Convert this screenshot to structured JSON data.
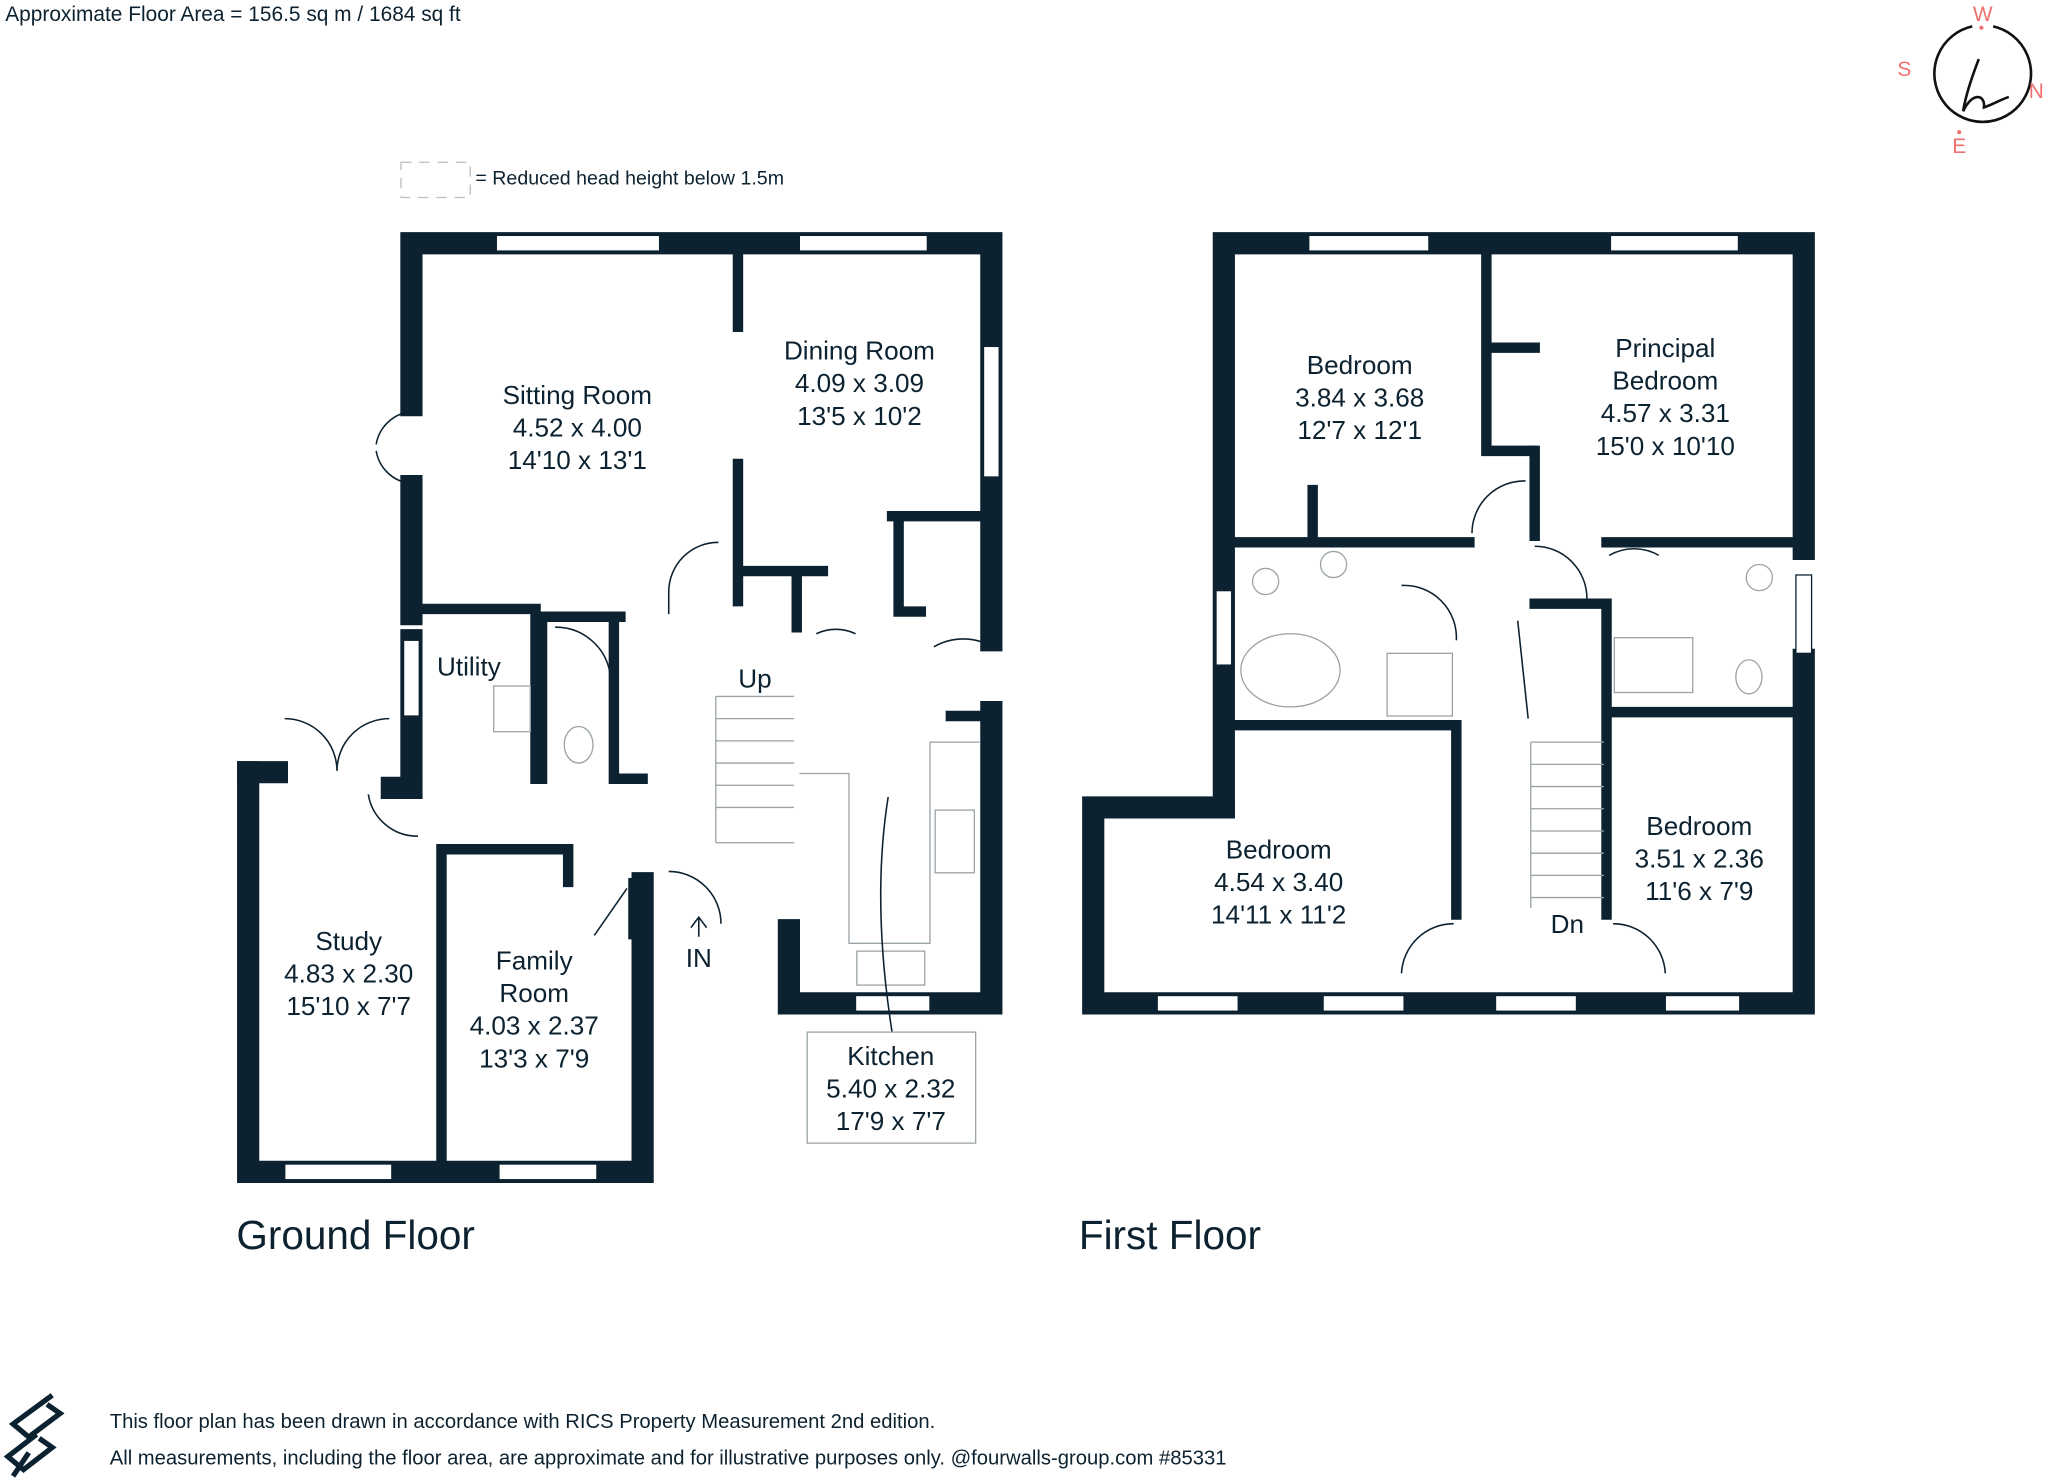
{
  "header": {
    "floor_area": "Approximate Floor Area = 156.5 sq m / 1684 sq ft",
    "legend_text": "= Reduced head height below 1.5m"
  },
  "compass": {
    "w": "W",
    "s": "S",
    "n": "N",
    "e": "E",
    "accent": "#f07070"
  },
  "ground_floor": {
    "title": "Ground Floor",
    "rooms": {
      "sitting": {
        "name": "Sitting Room",
        "metric": "4.52 x 4.00",
        "imperial": "14'10 x 13'1"
      },
      "dining": {
        "name": "Dining Room",
        "metric": "4.09 x 3.09",
        "imperial": "13'5 x 10'2"
      },
      "utility": {
        "name": "Utility"
      },
      "study": {
        "name": "Study",
        "metric": "4.83 x 2.30",
        "imperial": "15'10 x 7'7"
      },
      "family": {
        "name1": "Family",
        "name2": "Room",
        "metric": "4.03 x 2.37",
        "imperial": "13'3 x 7'9"
      },
      "kitchen": {
        "name": "Kitchen",
        "metric": "5.40 x 2.32",
        "imperial": "17'9 x 7'7"
      }
    },
    "up_label": "Up",
    "in_label": "IN"
  },
  "first_floor": {
    "title": "First Floor",
    "rooms": {
      "bedroom1": {
        "name": "Bedroom",
        "metric": "3.84 x 3.68",
        "imperial": "12'7 x 12'1"
      },
      "principal": {
        "name1": "Principal",
        "name2": "Bedroom",
        "metric": "4.57 x 3.31",
        "imperial": "15'0 x 10'10"
      },
      "bedroom2": {
        "name": "Bedroom",
        "metric": "4.54 x 3.40",
        "imperial": "14'11 x 11'2"
      },
      "bedroom3": {
        "name": "Bedroom",
        "metric": "3.51 x 2.36",
        "imperial": "11'6 x 7'9"
      }
    },
    "dn_label": "Dn"
  },
  "footer": {
    "line1": "This floor plan has been drawn in accordance with RICS Property Measurement 2nd edition.",
    "line2": "All measurements, including the floor area, are approximate and for illustrative purposes only. @fourwalls-group.com #85331"
  },
  "colors": {
    "wall": "#0d2230"
  }
}
